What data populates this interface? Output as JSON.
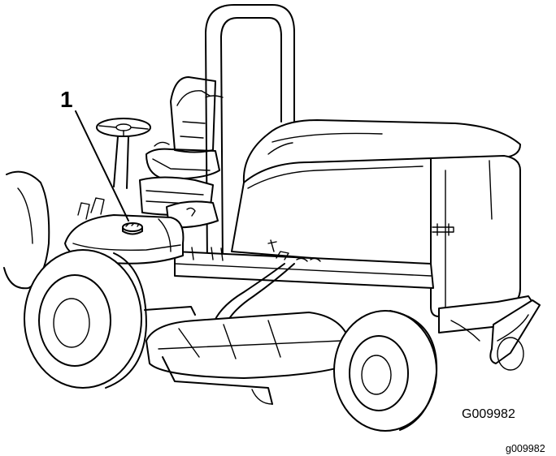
{
  "figure": {
    "callouts": [
      {
        "number": "1",
        "label": ""
      }
    ],
    "drawing_code": "G009982",
    "file_code": "g009982"
  }
}
